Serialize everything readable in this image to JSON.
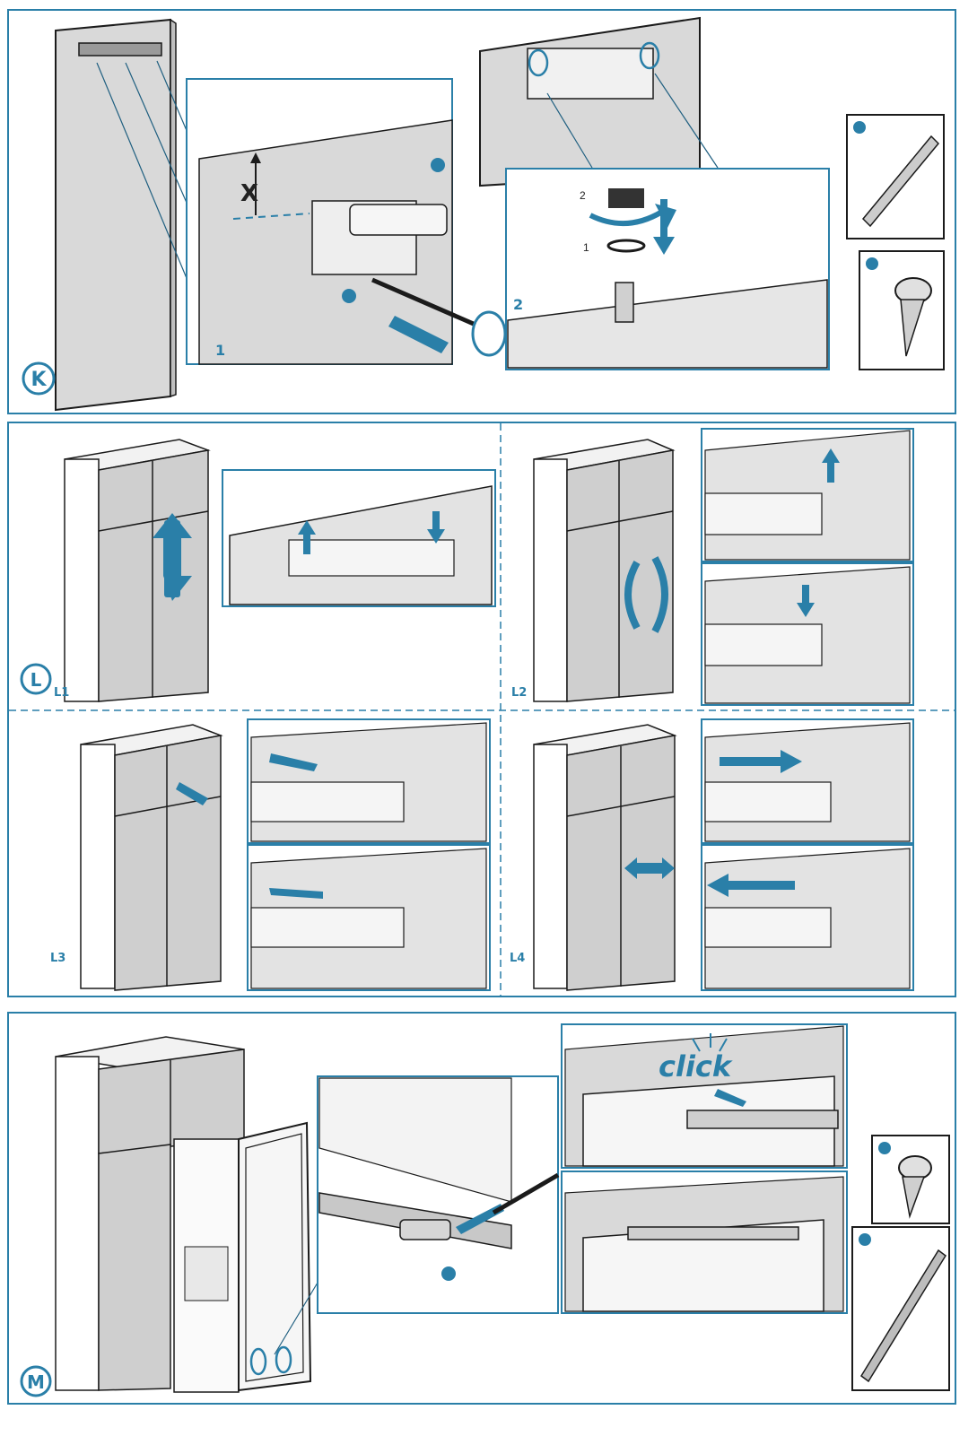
{
  "colors": {
    "accent": "#2a7fa8",
    "line": "#1b1b1b",
    "panel_fill": "#d9d9d9",
    "light_fill": "#f1f1f1"
  },
  "section_k": {
    "badge": "K",
    "dim_label": "X",
    "detail_1": "1",
    "detail_2": "2",
    "step_small_1": "1",
    "step_small_2": "2"
  },
  "section_l": {
    "badge": "L",
    "sub_l1": "L1",
    "sub_l2": "L2",
    "sub_l3": "L3",
    "sub_l4": "L4"
  },
  "section_m": {
    "badge": "M",
    "click_text": "click"
  }
}
